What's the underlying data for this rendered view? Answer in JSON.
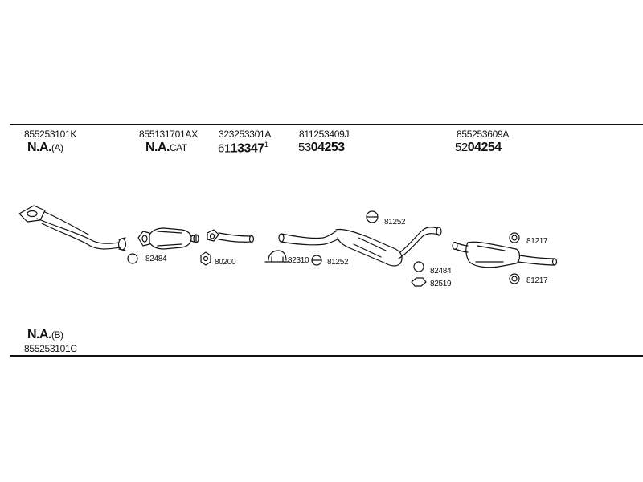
{
  "columns": [
    {
      "part_no": "855253101K",
      "label_main": "N.A.",
      "label_suffix": "(A)"
    },
    {
      "part_no": "855131701AX",
      "label_main": "N.A.",
      "label_suffix": "CAT"
    },
    {
      "part_no": "323253301A",
      "label_prefix": "61",
      "label_main": "13347",
      "label_sup": "1"
    },
    {
      "part_no": "811253409J",
      "label_prefix": "53",
      "label_main": "04253"
    },
    {
      "part_no": "855253609A",
      "label_prefix": "52",
      "label_main": "04254"
    }
  ],
  "callouts": [
    "82484",
    "80200",
    "82310",
    "81252",
    "81252",
    "82484",
    "82519",
    "81217",
    "81217"
  ],
  "footer": {
    "label_main": "N.A.",
    "label_suffix": "(B)",
    "part_no": "855253101C"
  }
}
